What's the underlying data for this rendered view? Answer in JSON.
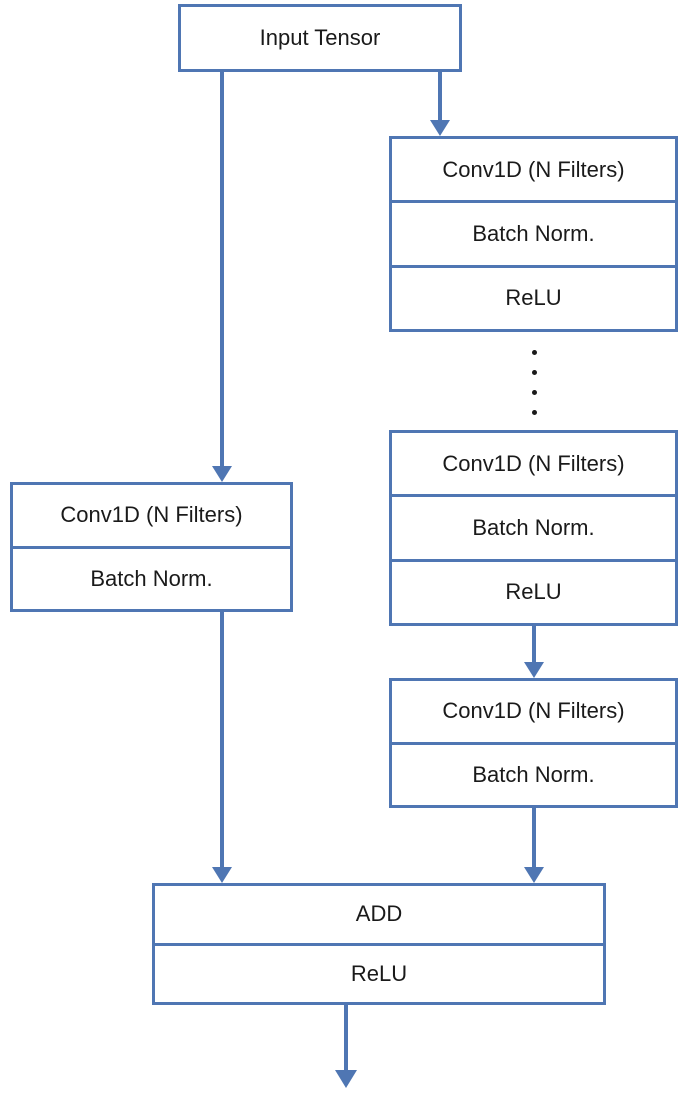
{
  "colors": {
    "stroke": "#4f76b3",
    "text": "#1a1a1a",
    "background": "#ffffff"
  },
  "diagram": {
    "input": {
      "label": "Input Tensor"
    },
    "branch_main": {
      "block1": [
        "Conv1D (N Filters)",
        "Batch Norm.",
        "ReLU"
      ],
      "block2": [
        "Conv1D (N Filters)",
        "Batch Norm.",
        "ReLU"
      ],
      "block3": [
        "Conv1D (N Filters)",
        "Batch Norm."
      ]
    },
    "branch_shortcut": {
      "block": [
        "Conv1D (N Filters)",
        "Batch Norm."
      ]
    },
    "merge": [
      "ADD",
      "ReLU"
    ]
  }
}
